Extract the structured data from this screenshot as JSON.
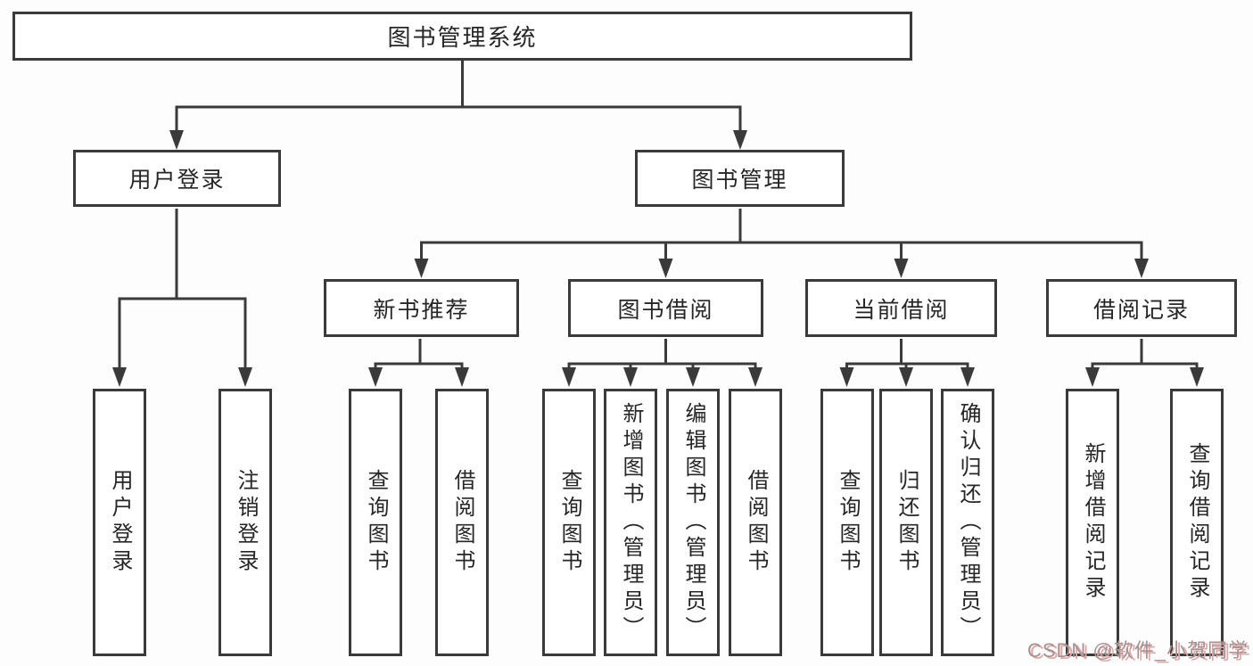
{
  "tree": {
    "root": {
      "label": "图书管理系统"
    },
    "branches": [
      {
        "label": "用户登录",
        "leaves": [
          {
            "label": "用户登录"
          },
          {
            "label": "注销登录"
          }
        ]
      },
      {
        "label": "图书管理",
        "sections": [
          {
            "label": "新书推荐",
            "leaves": [
              {
                "label": "查询图书"
              },
              {
                "label": "借阅图书"
              }
            ]
          },
          {
            "label": "图书借阅",
            "leaves": [
              {
                "label": "查询图书"
              },
              {
                "label": "新增图书（管理员）"
              },
              {
                "label": "编辑图书（管理员）"
              },
              {
                "label": "借阅图书"
              }
            ]
          },
          {
            "label": "当前借阅",
            "leaves": [
              {
                "label": "查询图书"
              },
              {
                "label": "归还图书"
              },
              {
                "label": "确认归还（管理员）"
              }
            ]
          },
          {
            "label": "借阅记录",
            "leaves": [
              {
                "label": "新增借阅记录"
              },
              {
                "label": "查询借阅记录"
              }
            ]
          }
        ]
      }
    ]
  },
  "watermark": {
    "text": "CSDN @软件_小贺同学"
  },
  "colors": {
    "line": "#3a3a3a",
    "box_background": "#ffffff",
    "page_background": "#fdfdfd",
    "text": "#262626",
    "watermark_gray": "#979797",
    "watermark_pink": "#f2a0a0"
  }
}
